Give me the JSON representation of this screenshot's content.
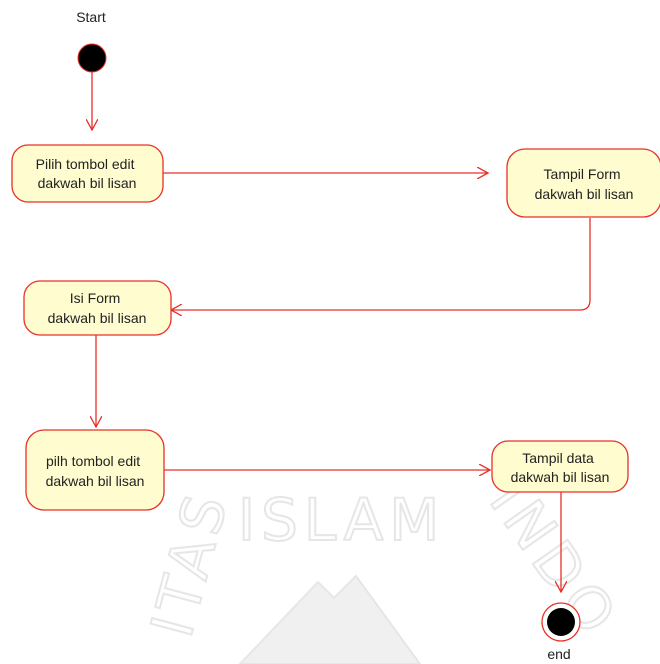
{
  "colors": {
    "edge": "#e8302a",
    "node_fill": "#fffccf",
    "node_stroke": "#e8302a",
    "terminal_fill": "#000000",
    "watermark": "#e4e4e4"
  },
  "start": {
    "label": "Start"
  },
  "end": {
    "label": "end"
  },
  "watermark": {
    "text_top": "ISLAM",
    "text_left": "ITAS",
    "text_right": "INDO",
    "kind": "university-seal"
  },
  "nodes": [
    {
      "id": "pilih-tombol-edit",
      "lines": [
        "Pilih tombol edit",
        "dakwah bil lisan"
      ]
    },
    {
      "id": "tampil-form",
      "lines": [
        "Tampil Form",
        "dakwah bil lisan"
      ]
    },
    {
      "id": "isi-form",
      "lines": [
        "Isi Form",
        "dakwah bil lisan"
      ]
    },
    {
      "id": "pilh-tombol-edit",
      "lines": [
        "pilh tombol edit",
        "dakwah bil lisan"
      ]
    },
    {
      "id": "tampil-data",
      "lines": [
        "Tampil data",
        "dakwah bil lisan"
      ]
    }
  ]
}
